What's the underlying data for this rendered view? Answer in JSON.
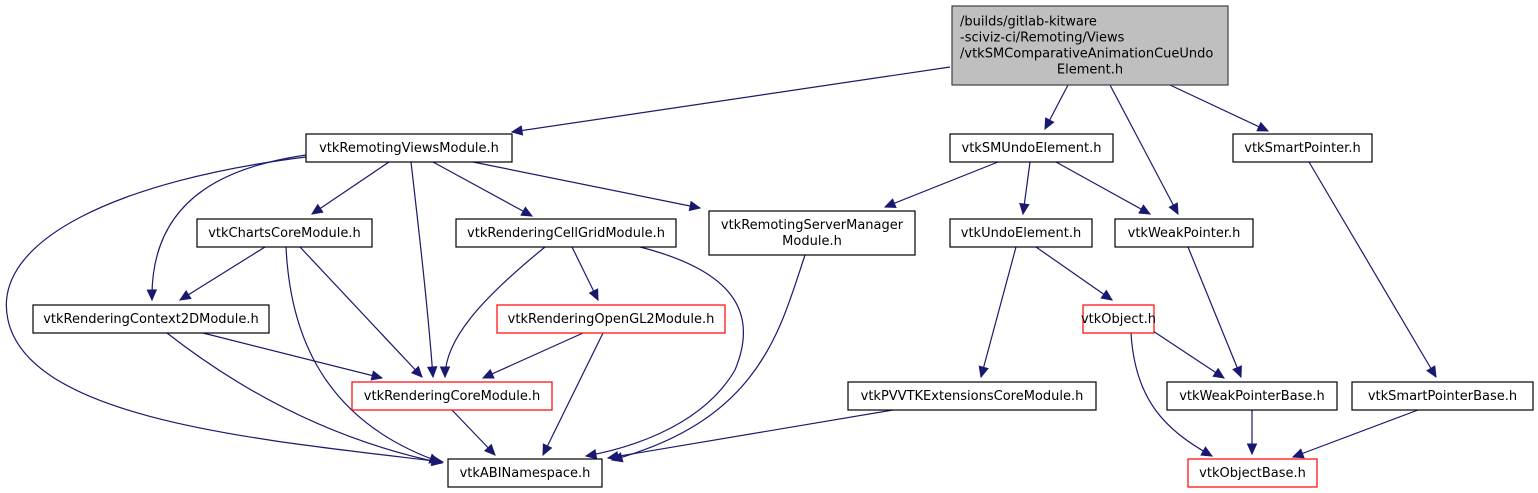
{
  "graph": {
    "type": "include-dependency-graph",
    "colors": {
      "edge": "#191970",
      "root_fill": "#bfbfbf",
      "normal_border": "#000000",
      "truncated_border": "#ff0000",
      "node_fill": "#ffffff"
    },
    "nodes": [
      {
        "id": "root",
        "lines": [
          "/builds/gitlab-kitware",
          "-sciviz-ci/Remoting/Views",
          "/vtkSMComparativeAnimationCueUndo",
          "Element.h"
        ],
        "style": "root"
      },
      {
        "id": "remotingViews",
        "lines": [
          "vtkRemotingViewsModule.h"
        ],
        "style": "normal"
      },
      {
        "id": "smUndo",
        "lines": [
          "vtkSMUndoElement.h"
        ],
        "style": "normal"
      },
      {
        "id": "smartPtr",
        "lines": [
          "vtkSmartPointer.h"
        ],
        "style": "normal"
      },
      {
        "id": "chartsCore",
        "lines": [
          "vtkChartsCoreModule.h"
        ],
        "style": "normal"
      },
      {
        "id": "cellGrid",
        "lines": [
          "vtkRenderingCellGridModule.h"
        ],
        "style": "normal"
      },
      {
        "id": "serverMgr",
        "lines": [
          "vtkRemotingServerManager",
          "Module.h"
        ],
        "style": "normal"
      },
      {
        "id": "undoElem",
        "lines": [
          "vtkUndoElement.h"
        ],
        "style": "normal"
      },
      {
        "id": "weakPtr",
        "lines": [
          "vtkWeakPointer.h"
        ],
        "style": "normal"
      },
      {
        "id": "context2D",
        "lines": [
          "vtkRenderingContext2DModule.h"
        ],
        "style": "normal"
      },
      {
        "id": "openGL2",
        "lines": [
          "vtkRenderingOpenGL2Module.h"
        ],
        "style": "truncated"
      },
      {
        "id": "vtkObject",
        "lines": [
          "vtkObject.h"
        ],
        "style": "truncated"
      },
      {
        "id": "renderCore",
        "lines": [
          "vtkRenderingCoreModule.h"
        ],
        "style": "truncated"
      },
      {
        "id": "pvvtkExt",
        "lines": [
          "vtkPVVTKExtensionsCoreModule.h"
        ],
        "style": "normal"
      },
      {
        "id": "weakPtrBase",
        "lines": [
          "vtkWeakPointerBase.h"
        ],
        "style": "normal"
      },
      {
        "id": "smartPtrBase",
        "lines": [
          "vtkSmartPointerBase.h"
        ],
        "style": "normal"
      },
      {
        "id": "abiNs",
        "lines": [
          "vtkABINamespace.h"
        ],
        "style": "normal"
      },
      {
        "id": "objectBase",
        "lines": [
          "vtkObjectBase.h"
        ],
        "style": "truncated"
      }
    ],
    "edges": [
      {
        "from": "root",
        "to": "remotingViews"
      },
      {
        "from": "root",
        "to": "smUndo"
      },
      {
        "from": "root",
        "to": "weakPtr"
      },
      {
        "from": "root",
        "to": "smartPtr"
      },
      {
        "from": "remotingViews",
        "to": "chartsCore"
      },
      {
        "from": "remotingViews",
        "to": "cellGrid"
      },
      {
        "from": "remotingViews",
        "to": "serverMgr"
      },
      {
        "from": "remotingViews",
        "to": "context2D"
      },
      {
        "from": "remotingViews",
        "to": "renderCore"
      },
      {
        "from": "remotingViews",
        "to": "abiNs"
      },
      {
        "from": "smUndo",
        "to": "serverMgr"
      },
      {
        "from": "smUndo",
        "to": "undoElem"
      },
      {
        "from": "smUndo",
        "to": "weakPtr"
      },
      {
        "from": "smartPtr",
        "to": "smartPtrBase"
      },
      {
        "from": "chartsCore",
        "to": "context2D"
      },
      {
        "from": "chartsCore",
        "to": "renderCore"
      },
      {
        "from": "chartsCore",
        "to": "abiNs"
      },
      {
        "from": "cellGrid",
        "to": "openGL2"
      },
      {
        "from": "cellGrid",
        "to": "renderCore"
      },
      {
        "from": "cellGrid",
        "to": "abiNs"
      },
      {
        "from": "serverMgr",
        "to": "abiNs"
      },
      {
        "from": "undoElem",
        "to": "pvvtkExt"
      },
      {
        "from": "undoElem",
        "to": "vtkObject"
      },
      {
        "from": "weakPtr",
        "to": "weakPtrBase"
      },
      {
        "from": "context2D",
        "to": "renderCore"
      },
      {
        "from": "context2D",
        "to": "abiNs"
      },
      {
        "from": "openGL2",
        "to": "renderCore"
      },
      {
        "from": "openGL2",
        "to": "abiNs"
      },
      {
        "from": "renderCore",
        "to": "abiNs"
      },
      {
        "from": "pvvtkExt",
        "to": "abiNs"
      },
      {
        "from": "vtkObject",
        "to": "weakPtrBase"
      },
      {
        "from": "vtkObject",
        "to": "objectBase"
      },
      {
        "from": "weakPtrBase",
        "to": "objectBase"
      },
      {
        "from": "smartPtrBase",
        "to": "objectBase"
      }
    ]
  }
}
